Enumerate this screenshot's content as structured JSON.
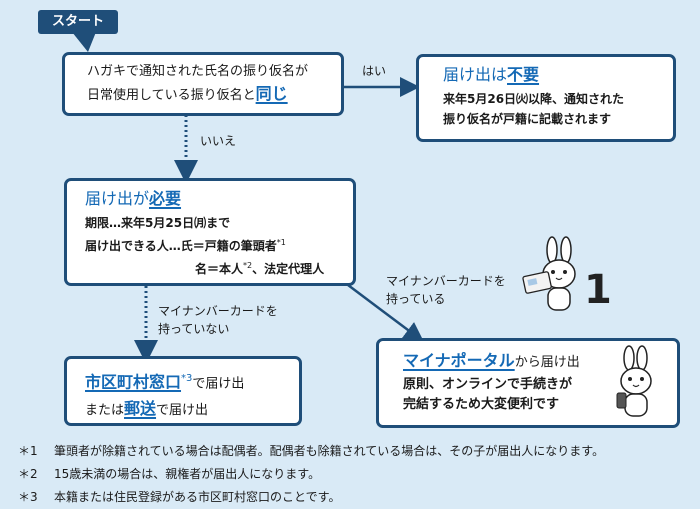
{
  "start": "スタート",
  "q_box": {
    "line1": "ハガキで通知された氏名の振り仮名が",
    "line2_pre": "日常使用している振り仮名と",
    "line2_em": "同じ"
  },
  "yes_label": "はい",
  "no_label": "いいえ",
  "not_required": {
    "title_pre": "届け出は",
    "title_em": "不要",
    "line1": "来年5月26日㈫以降、通知された",
    "line2": "振り仮名が戸籍に記載されます"
  },
  "required": {
    "title_pre": "届け出が",
    "title_em": "必要",
    "deadline_label": "期限",
    "deadline_value": "…来年5月25日㈪まで",
    "who_label": "届け出できる人",
    "who_value1": "…氏＝戸籍の筆頭者",
    "who_sup1": "*1",
    "who_value2": "名＝本人",
    "who_sup2": "*2",
    "who_value2_post": "、法定代理人"
  },
  "no_card_label": {
    "line1": "マイナンバーカードを",
    "line2": "持っていない"
  },
  "has_card_label": {
    "line1": "マイナンバーカードを",
    "line2": "持っている"
  },
  "city_office": {
    "title_em": "市区町村窓口",
    "sup": "*3",
    "line1_post": "で届け出",
    "line2_pre": "または",
    "line2_em": "郵送",
    "line2_post": "で届け出"
  },
  "portal": {
    "title_em": "マイナポータル",
    "title_post": "から届け出",
    "line1": "原則、オンラインで手続きが",
    "line2": "完結するため大変便利です"
  },
  "mascot_number": "1",
  "notes": [
    {
      "mark": "＊1",
      "text": "筆頭者が除籍されている場合は配偶者。配偶者も除籍されている場合は、その子が届出人になります。"
    },
    {
      "mark": "＊2",
      "text": "15歳未満の場合は、親権者が届出人になります。"
    },
    {
      "mark": "＊3",
      "text": "本籍または住民登録がある市区町村窓口のことです。"
    }
  ],
  "colors": {
    "accent": "#1469b5",
    "border": "#1f4e79",
    "background": "#d9eaf6"
  },
  "icons": [
    "rabbit-mascot-card-icon",
    "rabbit-mascot-phone-icon"
  ]
}
